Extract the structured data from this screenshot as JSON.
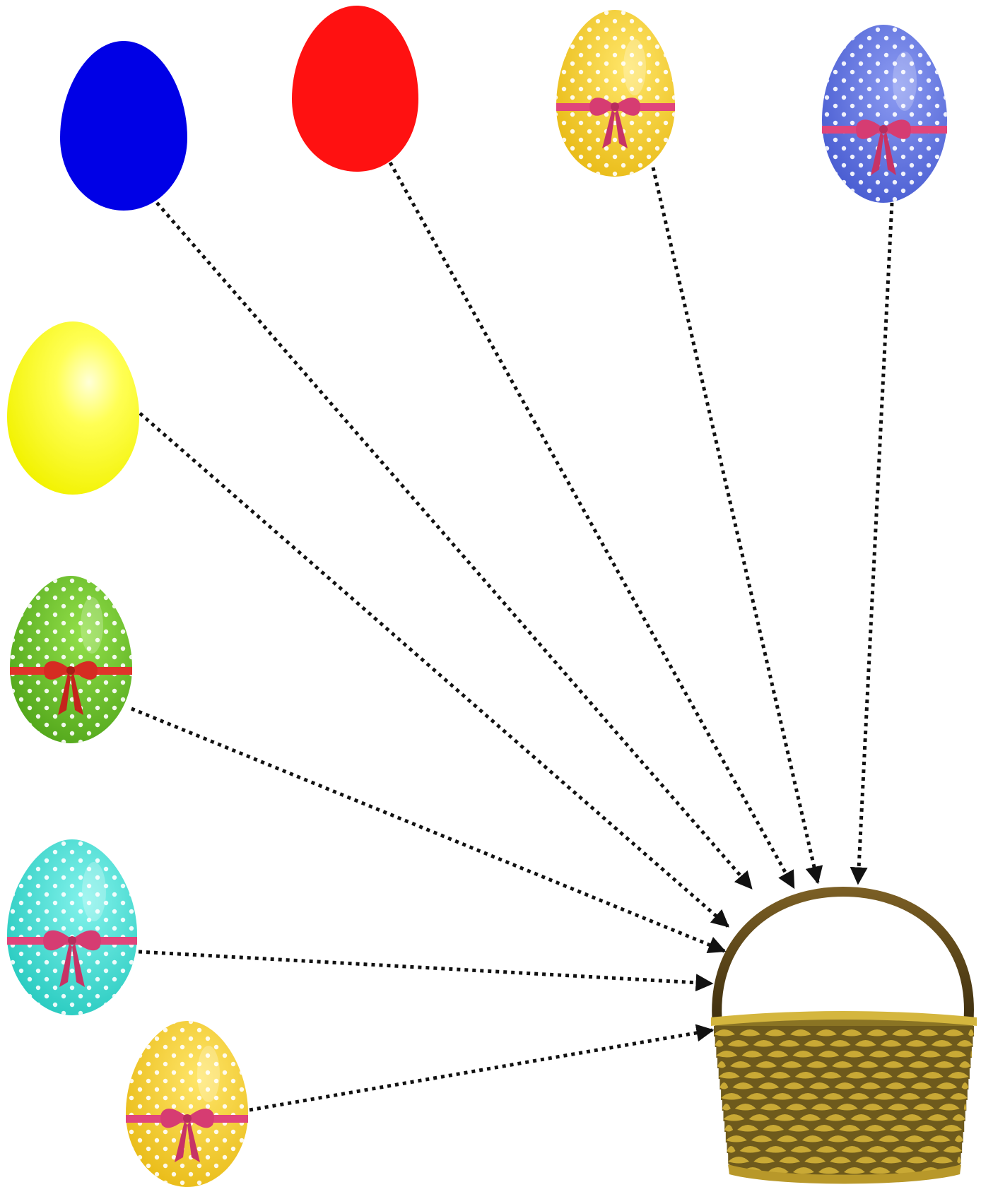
{
  "diagram": {
    "type": "easter-eggs-to-basket",
    "target": {
      "name": "basket",
      "icon": "wicker-basket-icon",
      "handle_color": "#5a4418",
      "weave_color": "#c9a935",
      "weave_shadow": "#6e5a1c"
    },
    "eggs": [
      {
        "id": "egg-blue-plain",
        "style": "plain",
        "color": "#0000e6"
      },
      {
        "id": "egg-red-plain",
        "style": "plain",
        "color": "#ff0000"
      },
      {
        "id": "egg-yellow-dotted-1",
        "style": "dotted-ribbon",
        "color": "#f5d020",
        "ribbon": "#e0457b"
      },
      {
        "id": "egg-periwinkle-dotted",
        "style": "dotted-ribbon",
        "color": "#5b6fe0",
        "ribbon": "#e0457b"
      },
      {
        "id": "egg-yellow-glossy",
        "style": "glossy",
        "color": "#ffff00"
      },
      {
        "id": "egg-green-dotted",
        "style": "dotted-ribbon",
        "color": "#69c22a",
        "ribbon": "#e0342a"
      },
      {
        "id": "egg-cyan-dotted",
        "style": "dotted-ribbon",
        "color": "#3be0d6",
        "ribbon": "#e0457b"
      },
      {
        "id": "egg-yellow-dotted-2",
        "style": "dotted-ribbon",
        "color": "#f5d020",
        "ribbon": "#e0457b"
      }
    ],
    "connector_style": "dotted-arrow",
    "connector_color": "#111111",
    "background": "#ffffff"
  }
}
